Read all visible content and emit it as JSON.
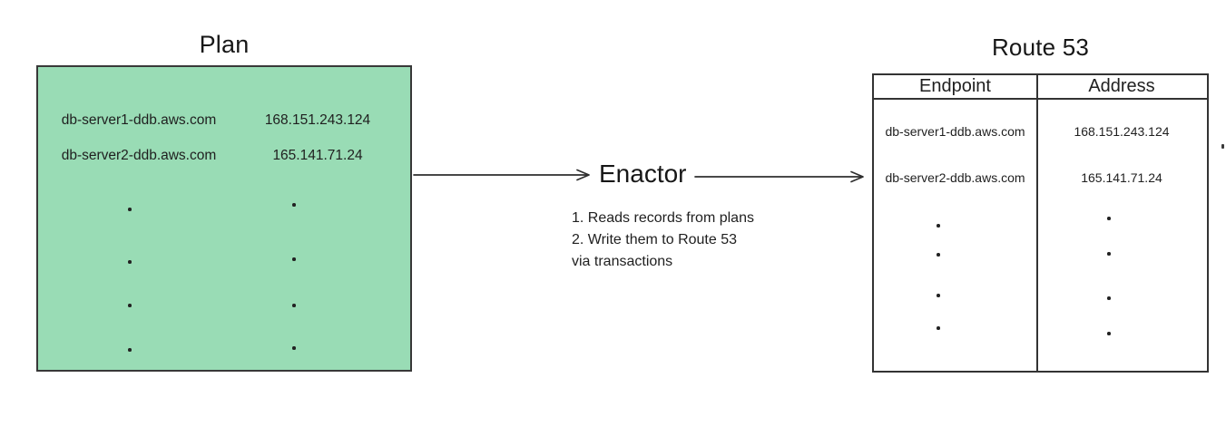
{
  "diagram": {
    "plan": {
      "title": "Plan",
      "records": [
        {
          "endpoint": "db-server1-ddb.aws.com",
          "address": "168.151.243.124"
        },
        {
          "endpoint": "db-server2-ddb.aws.com",
          "address": "165.141.71.24"
        }
      ]
    },
    "enactor": {
      "title": "Enactor",
      "notes": [
        "1. Reads records from plans",
        "2. Write them to Route 53",
        "via transactions"
      ]
    },
    "route53": {
      "title": "Route 53",
      "columns": [
        "Endpoint",
        "Address"
      ],
      "records": [
        {
          "endpoint": "db-server1-ddb.aws.com",
          "address": "168.151.243.124"
        },
        {
          "endpoint": "db-server2-ddb.aws.com",
          "address": "165.141.71.24"
        }
      ]
    },
    "colors": {
      "plan_fill": "#99dcb5",
      "line": "#2e2e2e",
      "border": "#333333"
    }
  }
}
